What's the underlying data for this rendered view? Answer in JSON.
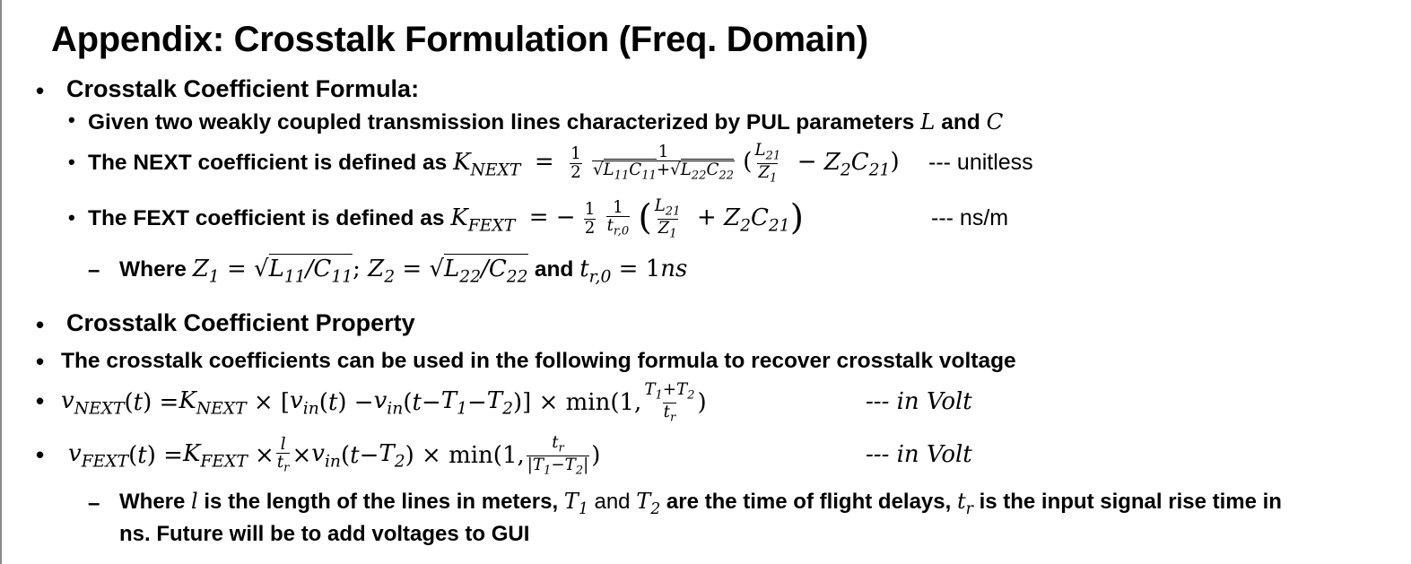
{
  "title": "Appendix: Crosstalk Formulation (Freq. Domain)",
  "s1": {
    "heading": "Crosstalk Coefficient Formula:",
    "given_pre": "Given two weakly coupled transmission lines characterized by PUL parameters",
    "given_L": "L",
    "given_and": "and",
    "given_C": "C",
    "next_pre": "The NEXT coefficient is defined as",
    "next_unit": "--- unitless",
    "fext_pre": "The FEXT coefficient is defined as",
    "fext_unit": "--- ns/m",
    "where_pre": "Where",
    "where_and": "and"
  },
  "s2": {
    "heading": "Crosstalk Coefficient Property",
    "desc": "The crosstalk coefficients can be used in the following formula to recover crosstalk voltage",
    "vnext_unit": "--- in Volt",
    "vfext_unit": "--- in Volt",
    "w_pre": "Where",
    "w_mid1": "is the length of the lines in meters,",
    "w_and": "and",
    "w_mid2": "are the time of flight delays,",
    "w_mid3": "is the input signal rise time in",
    "w_line2": "ns. Future will be to add voltages to GUI"
  }
}
